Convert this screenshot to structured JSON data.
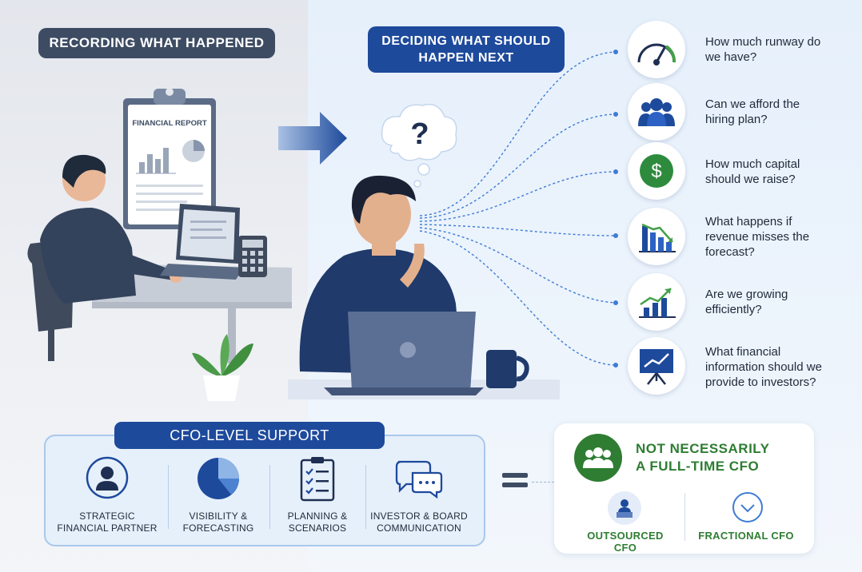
{
  "left_section": {
    "title": "RECORDING WHAT HAPPENED",
    "report_title": "FINANCIAL REPORT"
  },
  "right_section": {
    "title": "DECIDING WHAT SHOULD HAPPEN NEXT"
  },
  "thought_bubble": {
    "symbol": "?"
  },
  "questions": [
    {
      "icon": "gauge-icon",
      "text": "How much runway do we have?"
    },
    {
      "icon": "team-icon",
      "text": "Can we afford the hiring plan?"
    },
    {
      "icon": "dollar-icon",
      "text": "How much capital should we raise?"
    },
    {
      "icon": "declining-chart-icon",
      "text": "What happens if revenue misses the forecast?"
    },
    {
      "icon": "growth-chart-icon",
      "text": "Are we growing efficiently?"
    },
    {
      "icon": "presentation-icon",
      "text": "What financial information should we provide to investors?"
    }
  ],
  "cfo_support": {
    "title": "CFO-LEVEL SUPPORT",
    "services": [
      {
        "icon": "person-icon",
        "line1": "STRATEGIC",
        "line2": "FINANCIAL PARTNER"
      },
      {
        "icon": "pie-chart-icon",
        "line1": "VISIBILITY &",
        "line2": "FORECASTING"
      },
      {
        "icon": "clipboard-checklist-icon",
        "line1": "PLANNING &",
        "line2": "SCENARIOS"
      },
      {
        "icon": "chat-bubbles-icon",
        "line1": "INVESTOR & BOARD",
        "line2": "COMMUNICATION"
      }
    ]
  },
  "equals_symbol": "=",
  "not_full_time": {
    "line1": "NOT NECESSARILY",
    "line2": "A FULL-TIME CFO",
    "options": [
      {
        "icon": "laptop-person-icon",
        "label": "OUTSOURCED CFO"
      },
      {
        "icon": "clock-icon",
        "label": "FRACTIONAL CFO"
      }
    ]
  },
  "colors": {
    "navy": "#1e4a9c",
    "slate": "#3d4c63",
    "green": "#2e7d32",
    "light_blue": "#e6f0fb"
  }
}
